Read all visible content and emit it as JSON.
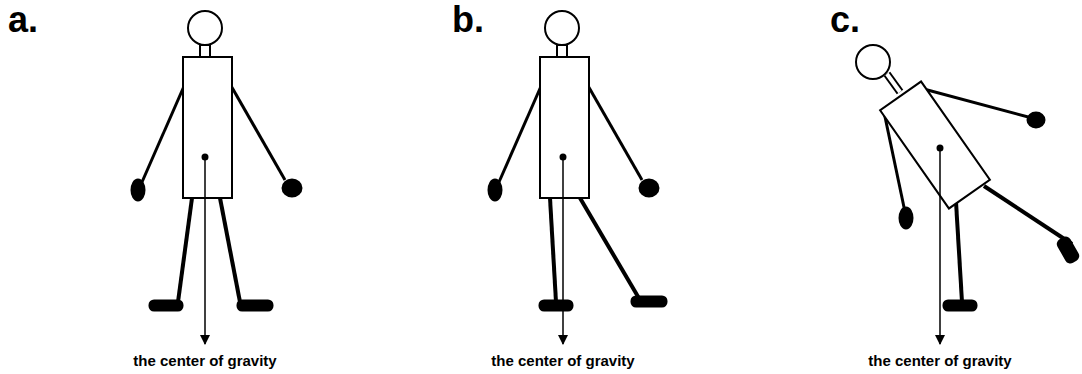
{
  "diagram": {
    "labels": [
      "a.",
      "b.",
      "c.",
      "the center of gravity",
      "the center of gravity",
      "the center of gravity"
    ]
  }
}
